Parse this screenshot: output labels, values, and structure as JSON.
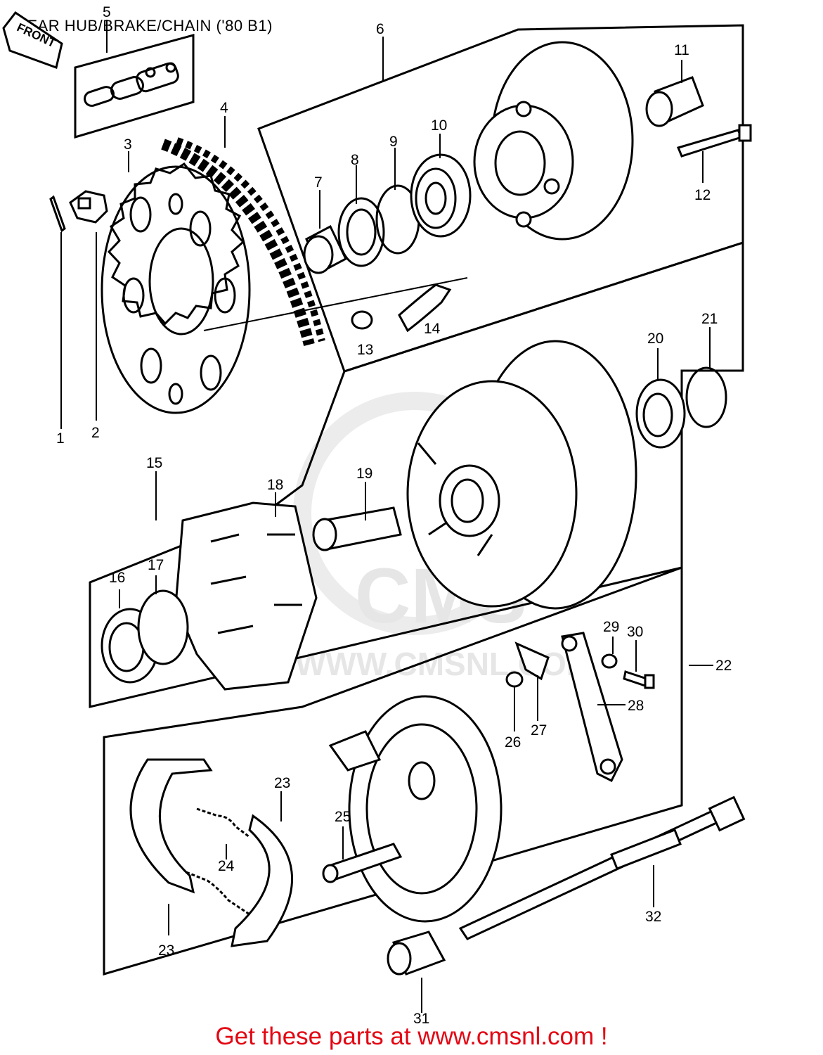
{
  "title": "REAR HUB/BRAKE/CHAIN ('80 B1)",
  "front_label": "FRONT",
  "watermark": {
    "logo": "CMS",
    "url": "WWW.CMSNL.COM"
  },
  "footer_link": "Get these parts at www.cmsnl.com !",
  "callouts": [
    "1",
    "2",
    "3",
    "4",
    "5",
    "6",
    "7",
    "8",
    "9",
    "10",
    "11",
    "12",
    "13",
    "14",
    "15",
    "16",
    "17",
    "18",
    "19",
    "20",
    "21",
    "22",
    "23",
    "23",
    "24",
    "25",
    "26",
    "27",
    "28",
    "29",
    "30",
    "31",
    "32"
  ],
  "colors": {
    "ink": "#000000",
    "footer": "#e30613",
    "watermark": "#e6e6e6"
  }
}
